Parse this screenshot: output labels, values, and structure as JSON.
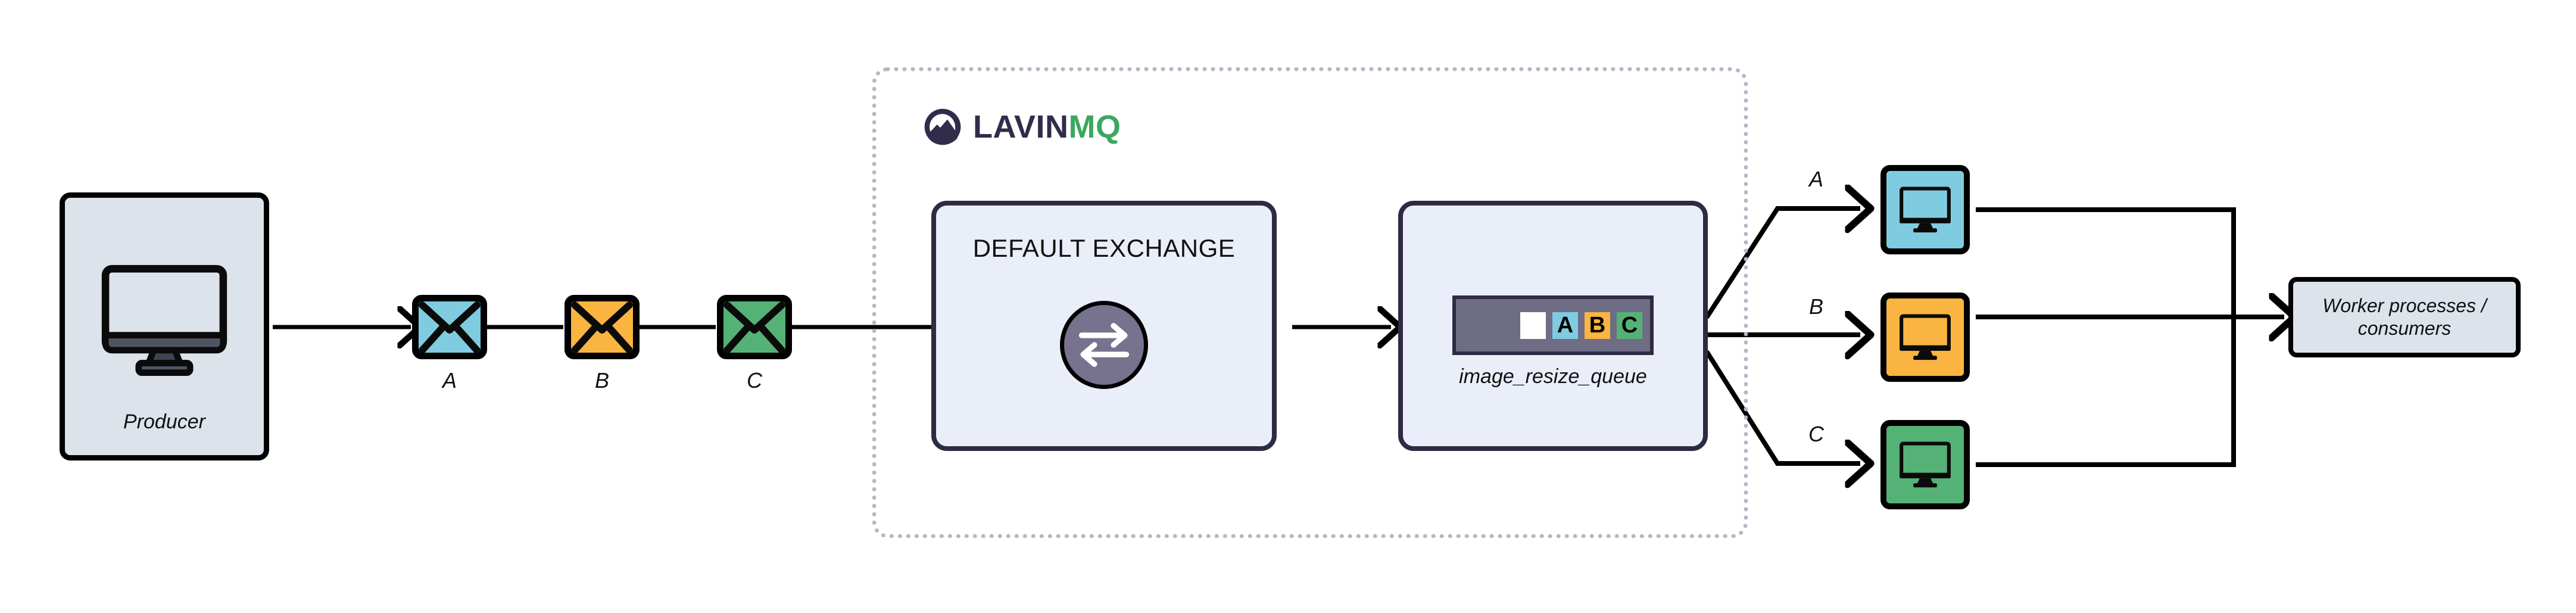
{
  "diagram": {
    "title": "LavinMQ default exchange work queue diagram",
    "background": "#ffffff"
  },
  "colors": {
    "cyan": "#7fcce0",
    "amber": "#fab441",
    "green": "#55b276",
    "panel_bg": "#eaeef8",
    "panel_border": "#2f2a44",
    "box_bg": "#dce3eb",
    "queue_bar": "#6f6c85",
    "exchange_circle": "#77728e",
    "dashed_border": "#b4b7c6",
    "logo_dark": "#322c4b",
    "logo_green": "#3aa85f",
    "line": "#000000"
  },
  "producer": {
    "label": "Producer",
    "icon": "desktop-monitor-icon"
  },
  "messages": [
    {
      "label": "A",
      "color": "#7fcce0",
      "icon": "envelope-icon"
    },
    {
      "label": "B",
      "color": "#fab441",
      "icon": "envelope-icon"
    },
    {
      "label": "C",
      "color": "#55b276",
      "icon": "envelope-icon"
    }
  ],
  "broker": {
    "logo": {
      "mark": "lavinmq-mountain-logo-icon",
      "word_primary": "LAVIN",
      "word_accent": "MQ"
    },
    "exchange": {
      "title": "DEFAULT EXCHANGE",
      "icon": "exchange-swap-arrows-icon"
    },
    "queue": {
      "label": "image_resize_queue",
      "slots": [
        {
          "label": "",
          "color": "#ffffff"
        },
        {
          "label": "A",
          "color": "#7fcce0"
        },
        {
          "label": "B",
          "color": "#fab441"
        },
        {
          "label": "C",
          "color": "#55b276"
        }
      ]
    }
  },
  "consumers": [
    {
      "label": "A",
      "color": "#7fcce0",
      "icon": "desktop-monitor-icon"
    },
    {
      "label": "B",
      "color": "#fab441",
      "icon": "desktop-monitor-icon"
    },
    {
      "label": "C",
      "color": "#55b276",
      "icon": "desktop-monitor-icon"
    }
  ],
  "workers": {
    "line1": "Worker processes /",
    "line2": "consumers"
  }
}
